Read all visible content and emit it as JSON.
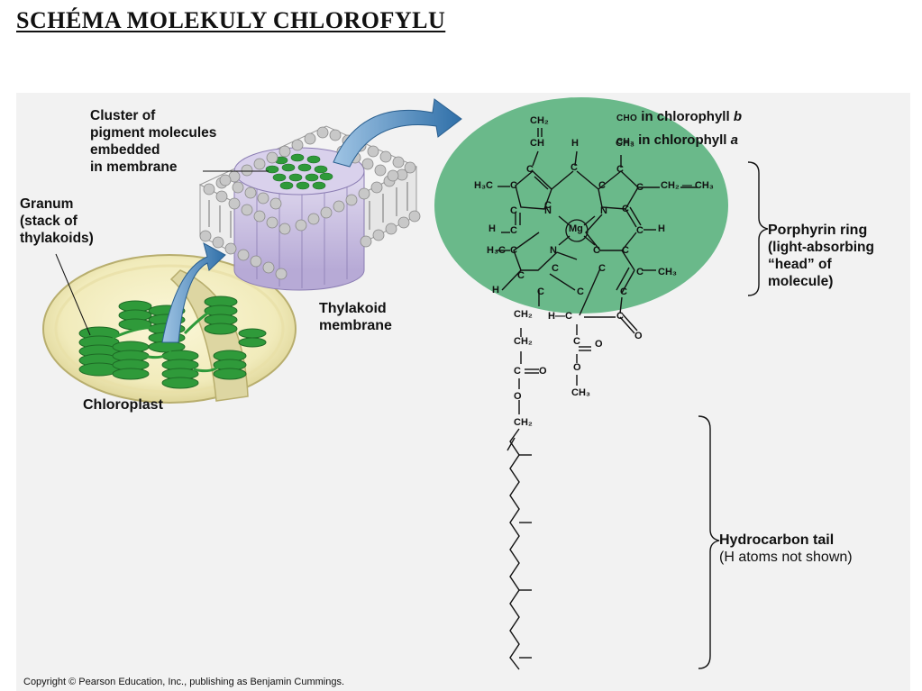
{
  "title": "SCHÉMA MOLEKULY CHLOROFYLU",
  "labels": {
    "cluster": [
      "Cluster of",
      "pigment molecules",
      "embedded",
      "in membrane"
    ],
    "granum": [
      "Granum",
      "(stack of",
      "thylakoids)"
    ],
    "chloroplast": "Chloroplast",
    "thylakoid": [
      "Thylakoid",
      "membrane"
    ],
    "cho_prefix": "CHO",
    "cho_text": "in chlorophyll",
    "cho_letter": "b",
    "ch3_prefix": "CH₃",
    "ch3_text": "in chlorophyll",
    "ch3_letter": "a",
    "porphyrin_title": "Porphyrin ring",
    "porphyrin_desc": [
      "(light-absorbing",
      "“head” of",
      "molecule)"
    ],
    "tail_title": "Hydrocarbon tail",
    "tail_desc": "(H atoms not shown)"
  },
  "atoms": {
    "mg": "Mg",
    "ch2_top": "CH₂",
    "ch_top": "CH",
    "h": "H",
    "n": "N",
    "c": "C",
    "o": "O",
    "h3c": "H₃C",
    "ch3": "CH₃",
    "ch2": "CH₂",
    "ch2_ch3": "CH₂ — CH₃",
    "h_dash_c": "H—C"
  },
  "copyright": "Copyright © Pearson Education, Inc., publishing as Benjamin Cummings.",
  "colors": {
    "panel": "#f2f2f2",
    "head_green": "#6ab98a",
    "thylakoid_green": "#2f9a3a",
    "membrane_purple": "#c9bfe0",
    "arrow_blue": "#2f6fa8"
  }
}
